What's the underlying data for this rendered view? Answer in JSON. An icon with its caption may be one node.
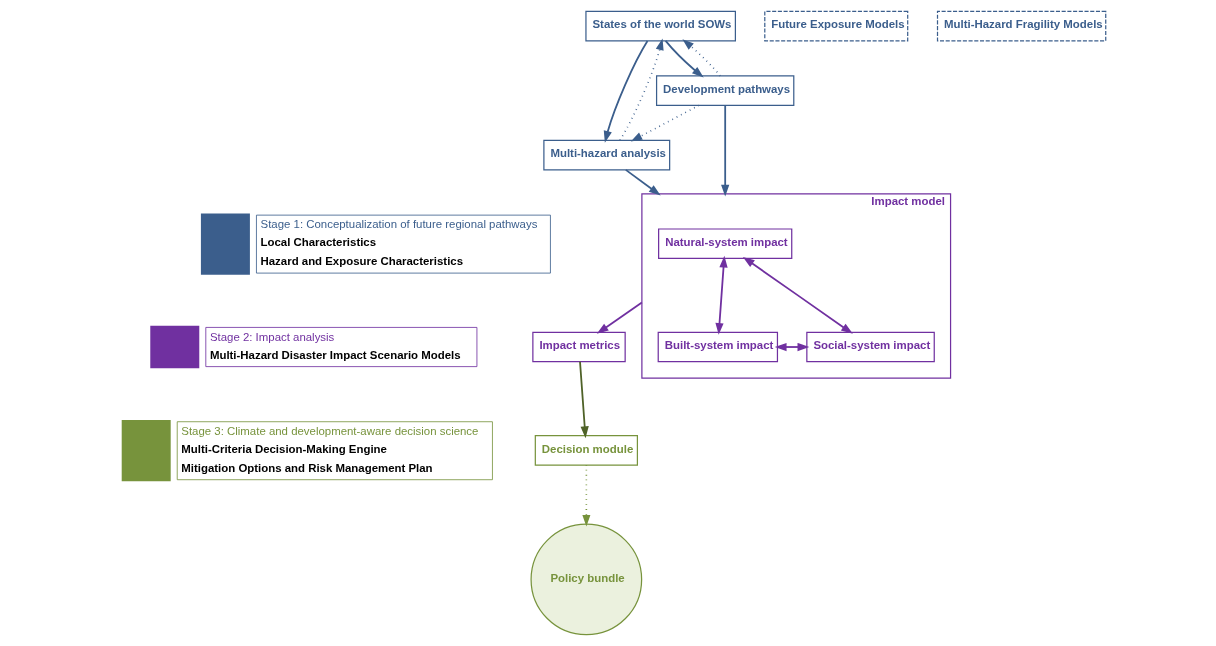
{
  "diagram": {
    "nodes": [
      {
        "text": [
          "States of the world SOWs"
        ]
      },
      {
        "text": [
          "Development pathways"
        ]
      },
      {
        "text": [
          "Multi-hazard analysis"
        ]
      },
      {
        "text": [
          "Future Exposure Models"
        ]
      },
      {
        "text": [
          "Multi-Hazard Fragility Models"
        ]
      },
      {
        "text": [
          "Impact model"
        ]
      },
      {
        "text": [
          "Natural-system impact"
        ],
        "in": 5
      },
      {
        "text": [
          "Built-system impact"
        ],
        "in": 5
      },
      {
        "text": [
          "Social-system impact"
        ],
        "in": 5
      },
      {
        "text": [
          "Impact metrics"
        ]
      },
      {
        "text": [
          "Decision module"
        ]
      },
      {
        "text": [
          "Policy bundle"
        ]
      },
      {
        "text": [
          "Stage 1: Conceptualization of future regional pathways",
          "Local Characteristics",
          "Hazard and Exposure Characteristics"
        ]
      },
      {
        "text": [
          "Stage 2: Impact analysis",
          "Multi-Hazard Disaster Impact Scenario Models"
        ]
      },
      {
        "text": [
          "Stage 3: Climate and development-aware decision science",
          "Multi-Criteria Decision-Making Engine",
          "Mitigation Options and Risk Management Plan"
        ]
      }
    ],
    "edges": [
      {
        "from": 0,
        "to": 1,
        "arrow": "to"
      },
      {
        "from": 0,
        "to": 2,
        "arrow": "to"
      },
      {
        "from": 1,
        "to": 0,
        "arrow": "to",
        "style": "dashed"
      },
      {
        "from": 2,
        "to": 0,
        "arrow": "to",
        "style": "dashed"
      },
      {
        "from": 1,
        "to": 2,
        "arrow": "to",
        "style": "dashed"
      },
      {
        "from": 1,
        "to": 5,
        "arrow": "to"
      },
      {
        "from": 2,
        "to": 5,
        "arrow": "to"
      },
      {
        "from": 6,
        "to": 7,
        "arrow": "both",
        "color": "#7030a0"
      },
      {
        "from": 6,
        "to": 8,
        "arrow": "both",
        "color": "#7030a0"
      },
      {
        "from": 7,
        "to": 8,
        "arrow": "both",
        "color": "#7030a0"
      },
      {
        "from": 5,
        "to": 9,
        "arrow": "to",
        "color": "#7030a0"
      },
      {
        "from": 9,
        "to": 10,
        "arrow": "to",
        "color": "#4f6228"
      },
      {
        "from": 10,
        "to": 11,
        "arrow": "to",
        "style": "dashed",
        "color": "#77933c"
      }
    ]
  }
}
